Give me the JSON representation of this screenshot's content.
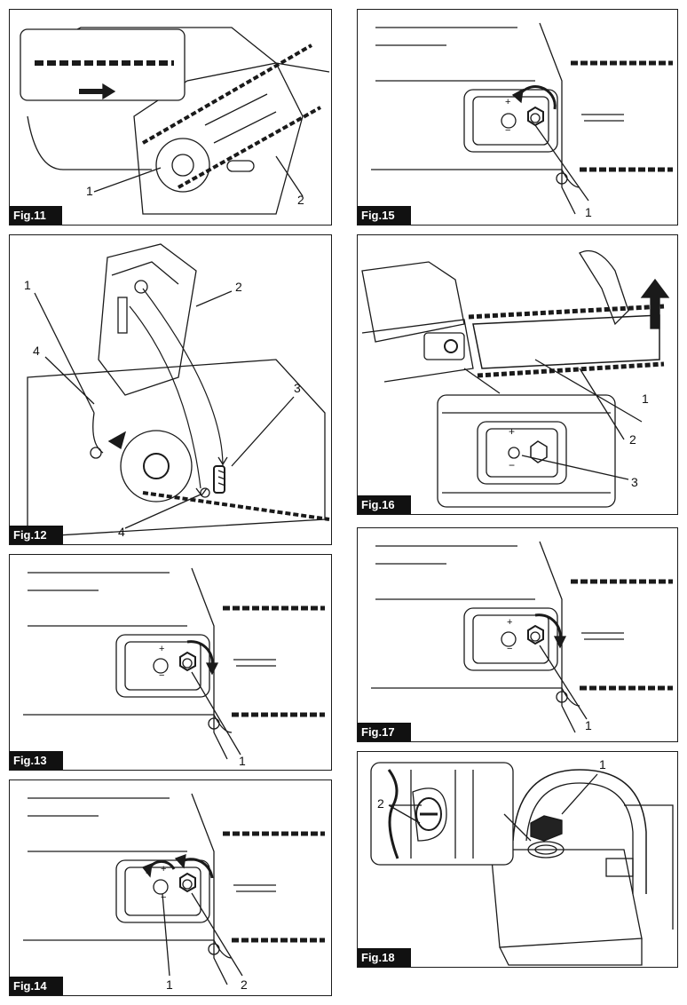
{
  "figures": [
    {
      "label": "Fig.11",
      "callouts": [
        "1",
        "2"
      ]
    },
    {
      "label": "Fig.12",
      "callouts": [
        "1",
        "2",
        "3",
        "4",
        "4"
      ]
    },
    {
      "label": "Fig.13",
      "callouts": [
        "1"
      ]
    },
    {
      "label": "Fig.14",
      "callouts": [
        "1",
        "2"
      ]
    },
    {
      "label": "Fig.15",
      "callouts": [
        "1"
      ]
    },
    {
      "label": "Fig.16",
      "callouts": [
        "1",
        "2",
        "3"
      ]
    },
    {
      "label": "Fig.17",
      "callouts": [
        "1"
      ]
    },
    {
      "label": "Fig.18",
      "callouts": [
        "1",
        "2"
      ]
    }
  ],
  "symbols": {
    "plus": "+",
    "minus": "−"
  },
  "colors": {
    "line": "#1a1a1a",
    "label_bg": "#111111",
    "label_text": "#ffffff"
  }
}
